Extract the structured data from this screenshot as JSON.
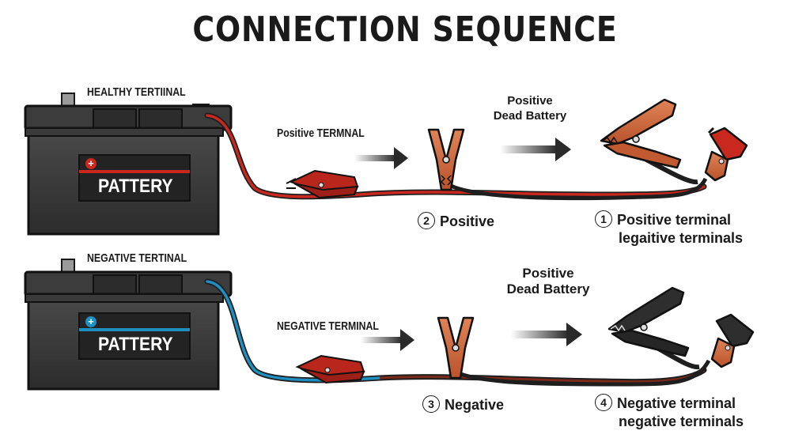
{
  "title": "CONNECTION SEQUENCE",
  "colors": {
    "positive": "#c8281e",
    "negative": "#1e8fbf",
    "battery_body": "#3a3a3a",
    "clamp_orange": "#cf6a3c",
    "clamp_red": "#b8261c",
    "clamp_black": "#2e2e2e",
    "cable_dark": "#2b2b2b"
  },
  "top_row": {
    "battery_header": "HEALTHY TERTIINAL",
    "battery_name": "PATTERY",
    "polarity_icon": "plus",
    "label_left": "Positive TERMNAL",
    "label_right": [
      "Positive",
      "Dead Battery"
    ],
    "step_mid": {
      "num": "2",
      "text": "Positive"
    },
    "step_right": {
      "num": "1",
      "lines": [
        "Positive terminal",
        "legaitive terminals"
      ]
    }
  },
  "bottom_row": {
    "battery_header": "NEGATIVE TERTINAL",
    "battery_name": "PATTERY",
    "polarity_icon": "plus",
    "label_left": "NEGATIVE TERMINAL",
    "label_right": [
      "Positive",
      "Dead Battery"
    ],
    "step_mid": {
      "num": "3",
      "text": "Negative"
    },
    "step_right": {
      "num": "4",
      "lines": [
        "Negative terminal",
        "negative terminals"
      ]
    }
  }
}
